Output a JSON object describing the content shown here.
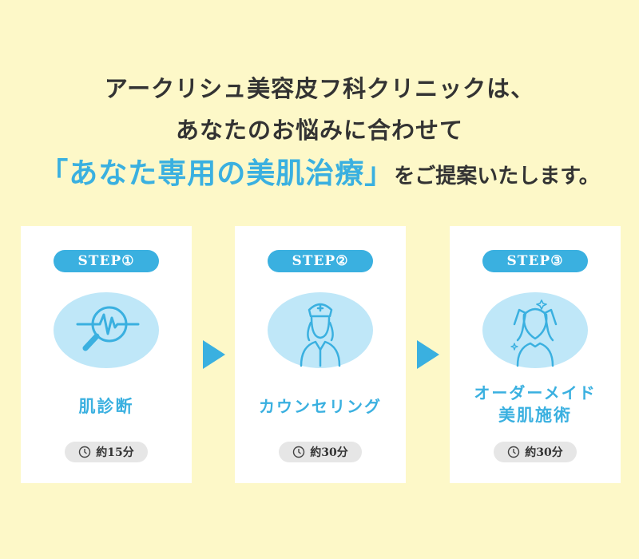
{
  "headline": {
    "line1": "アークリシュ美容皮フ科クリニックは、",
    "line2": "あなたのお悩みに合わせて",
    "line3_emphasis": "「あなた専用の美肌治療」",
    "line3_rest": "をご提案いたします。"
  },
  "colors": {
    "background": "#fdf8c8",
    "accent": "#3ab0e0",
    "icon_circle": "#bfe7f8",
    "duration_badge": "#e6e6e6"
  },
  "steps": [
    {
      "badge": "STEP①",
      "icon": "magnifier-pulse-icon",
      "title": "肌診断",
      "duration": "約15分"
    },
    {
      "badge": "STEP②",
      "icon": "nurse-icon",
      "title": "カウンセリング",
      "duration": "約30分"
    },
    {
      "badge": "STEP③",
      "title_line1": "オーダーメイド",
      "title_line2": "美肌施術",
      "icon": "face-treatment-icon",
      "duration": "約30分"
    }
  ]
}
